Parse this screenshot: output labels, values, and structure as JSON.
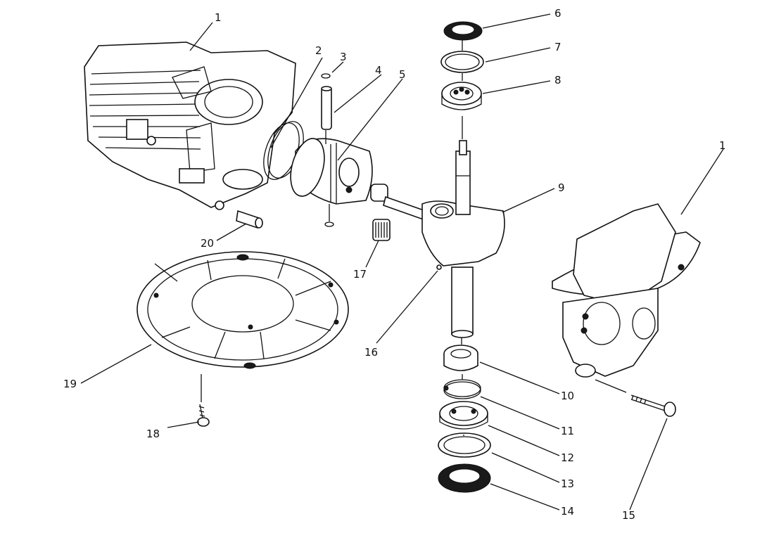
{
  "callouts": [
    {
      "id": "1a",
      "label": "1"
    },
    {
      "id": "1b",
      "label": "1"
    },
    {
      "id": "2",
      "label": "2"
    },
    {
      "id": "3",
      "label": "3"
    },
    {
      "id": "4",
      "label": "4"
    },
    {
      "id": "5",
      "label": "5"
    },
    {
      "id": "6",
      "label": "6"
    },
    {
      "id": "7",
      "label": "7"
    },
    {
      "id": "8",
      "label": "8"
    },
    {
      "id": "9",
      "label": "9"
    },
    {
      "id": "10",
      "label": "10"
    },
    {
      "id": "11",
      "label": "11"
    },
    {
      "id": "12",
      "label": "12"
    },
    {
      "id": "13",
      "label": "13"
    },
    {
      "id": "14",
      "label": "14"
    },
    {
      "id": "15",
      "label": "15"
    },
    {
      "id": "16",
      "label": "16"
    },
    {
      "id": "17",
      "label": "17"
    },
    {
      "id": "18",
      "label": "18"
    },
    {
      "id": "19",
      "label": "19"
    },
    {
      "id": "20",
      "label": "20"
    }
  ]
}
